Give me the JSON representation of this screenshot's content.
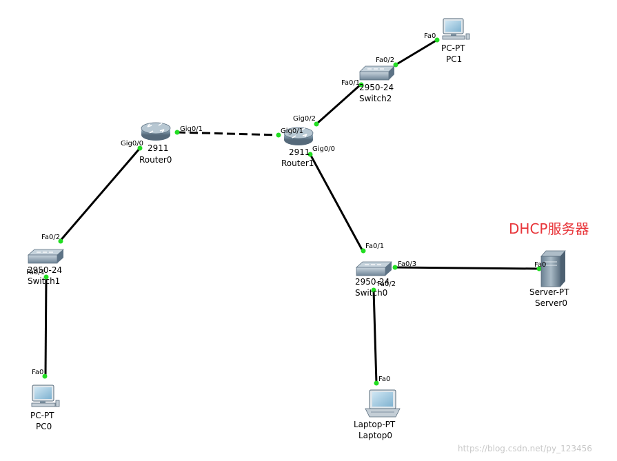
{
  "colors": {
    "link": "#000000",
    "port_dot": "#22dd22",
    "note": "#e8353a",
    "watermark": "#c8c8c8"
  },
  "devices": {
    "router0": {
      "model": "2911",
      "name": "Router0",
      "icon": "router-icon"
    },
    "router1": {
      "model": "2911",
      "name": "Router1",
      "icon": "router-icon"
    },
    "switch0": {
      "model": "2950-24",
      "name": "Switch0",
      "icon": "switch-icon"
    },
    "switch1": {
      "model": "2950-24",
      "name": "Switch1",
      "icon": "switch-icon"
    },
    "switch2": {
      "model": "2950-24",
      "name": "Switch2",
      "icon": "switch-icon"
    },
    "pc0": {
      "model": "PC-PT",
      "name": "PC0",
      "icon": "pc-icon"
    },
    "pc1": {
      "model": "PC-PT",
      "name": "PC1",
      "icon": "pc-icon"
    },
    "laptop0": {
      "model": "Laptop-PT",
      "name": "Laptop0",
      "icon": "laptop-icon"
    },
    "server0": {
      "model": "Server-PT",
      "name": "Server0",
      "icon": "server-icon"
    }
  },
  "links": [
    {
      "from": "router0",
      "from_port": "Gig0/1",
      "to": "router1",
      "to_port": "Gig0/1",
      "style": "dashed"
    },
    {
      "from": "router0",
      "from_port": "Gig0/0",
      "to": "switch1",
      "to_port": "Fa0/2",
      "style": "solid"
    },
    {
      "from": "switch1",
      "from_port": "Fa0/1",
      "to": "pc0",
      "to_port": "Fa0",
      "style": "solid"
    },
    {
      "from": "router1",
      "from_port": "Gig0/2",
      "to": "switch2",
      "to_port": "Fa0/1",
      "style": "solid"
    },
    {
      "from": "switch2",
      "from_port": "Fa0/2",
      "to": "pc1",
      "to_port": "Fa0",
      "style": "solid"
    },
    {
      "from": "router1",
      "from_port": "Gig0/0",
      "to": "switch0",
      "to_port": "Fa0/1",
      "style": "solid"
    },
    {
      "from": "switch0",
      "from_port": "Fa0/3",
      "to": "server0",
      "to_port": "Fa0",
      "style": "solid"
    },
    {
      "from": "switch0",
      "from_port": "Fa0/2",
      "to": "laptop0",
      "to_port": "Fa0",
      "style": "solid"
    }
  ],
  "note": "DHCP服务器",
  "watermark": "https://blog.csdn.net/py_123456"
}
